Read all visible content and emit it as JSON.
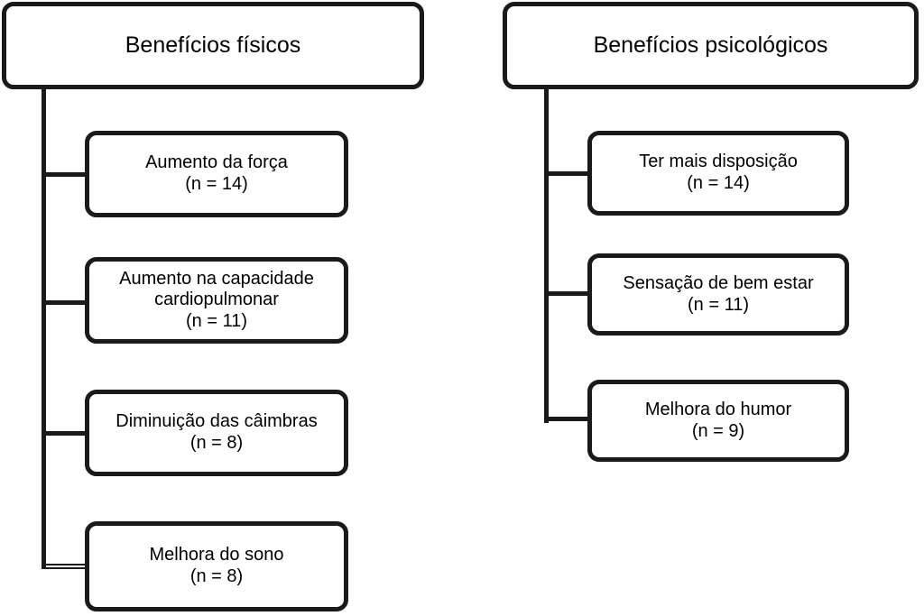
{
  "diagram": {
    "title_columns": [
      {
        "id": "fisicos",
        "header": "Benefícios físicos",
        "items": [
          {
            "text": "Aumento da força",
            "n_label": "(n = 14)",
            "n": 14
          },
          {
            "text": "Aumento na capacidade\ncardiopulmonar",
            "n_label": "(n = 11)",
            "n": 11
          },
          {
            "text": "Diminuição das câimbras",
            "n_label": "(n = 8)",
            "n": 8
          },
          {
            "text": "Melhora do sono",
            "n_label": "(n = 8)",
            "n": 8
          }
        ]
      },
      {
        "id": "psicologicos",
        "header": "Benefícios psicológicos",
        "items": [
          {
            "text": "Ter mais disposição",
            "n_label": "(n = 14)",
            "n": 14
          },
          {
            "text": "Sensação de bem estar",
            "n_label": "(n = 11)",
            "n": 11
          },
          {
            "text": "Melhora do humor",
            "n_label": "(n = 9)",
            "n": 9
          }
        ]
      }
    ],
    "colors": {
      "stroke": "#1a1a1a",
      "background": "#ffffff",
      "text": "#000000"
    },
    "labels": {
      "left_header": "Benefícios físicos",
      "left_item_1": "Aumento da força\n(n = 14)",
      "left_item_2": "Aumento na capacidade\ncardiopulmonar\n(n = 11)",
      "left_item_3": "Diminuição das câimbras\n(n = 8)",
      "left_item_4": "Melhora do sono\n(n = 8)",
      "right_header": "Benefícios psicológicos",
      "right_item_1": "Ter mais disposição\n(n = 14)",
      "right_item_2": "Sensação de bem estar\n(n = 11)",
      "right_item_3": "Melhora do humor\n(n = 9)"
    }
  }
}
